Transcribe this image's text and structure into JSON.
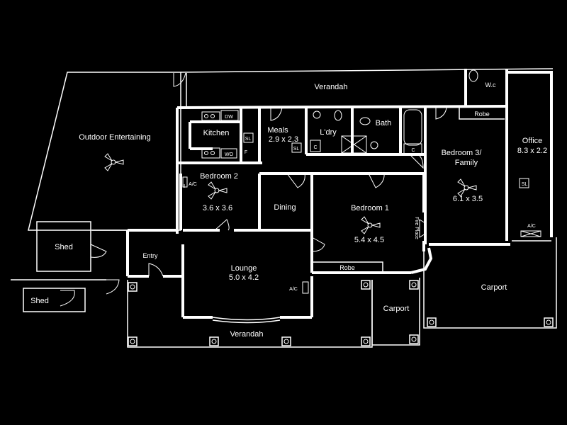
{
  "rooms": {
    "verandah_top": "Verandah",
    "outdoor_entertaining": "Outdoor Entertaining",
    "wc": "W.c",
    "kitchen": "Kitchen",
    "meals": "Meals",
    "meals_size": "2.9 x 2.3",
    "laundry": "L'dry",
    "bath": "Bath",
    "robe_top": "Robe",
    "bedroom3_line1": "Bedroom 3/",
    "bedroom3_line2": "Family",
    "bedroom3_size": "6.1 x 3.5",
    "office": "Office",
    "office_size": "8.3 x 2.2",
    "bedroom2": "Bedroom 2",
    "bedroom2_size": "3.6 x 3.6",
    "dining": "Dining",
    "bedroom1": "Bedroom 1",
    "bedroom1_size": "5.4 x 4.5",
    "fireplace": "Fire Place",
    "shed_1": "Shed",
    "shed_2": "Shed",
    "entry": "Entry",
    "lounge": "Lounge",
    "lounge_size": "5.0 x 4.2",
    "robe_bottom": "Robe",
    "carport_small": "Carport",
    "carport_large": "Carport",
    "verandah_bottom": "Verandah"
  },
  "fixtures": {
    "dishwasher": "DW",
    "wall_oven": "WO",
    "fridge": "F",
    "skylight": "SL",
    "cupboard": "C",
    "air_conditioner": "A/C"
  },
  "colors": {
    "background": "#000000",
    "lines": "#ffffff"
  },
  "icons": [
    "ceiling-fan-icon",
    "door-swing-icon",
    "toilet-icon",
    "bathtub-icon",
    "shower-icon",
    "sink-icon",
    "stove-icon"
  ]
}
